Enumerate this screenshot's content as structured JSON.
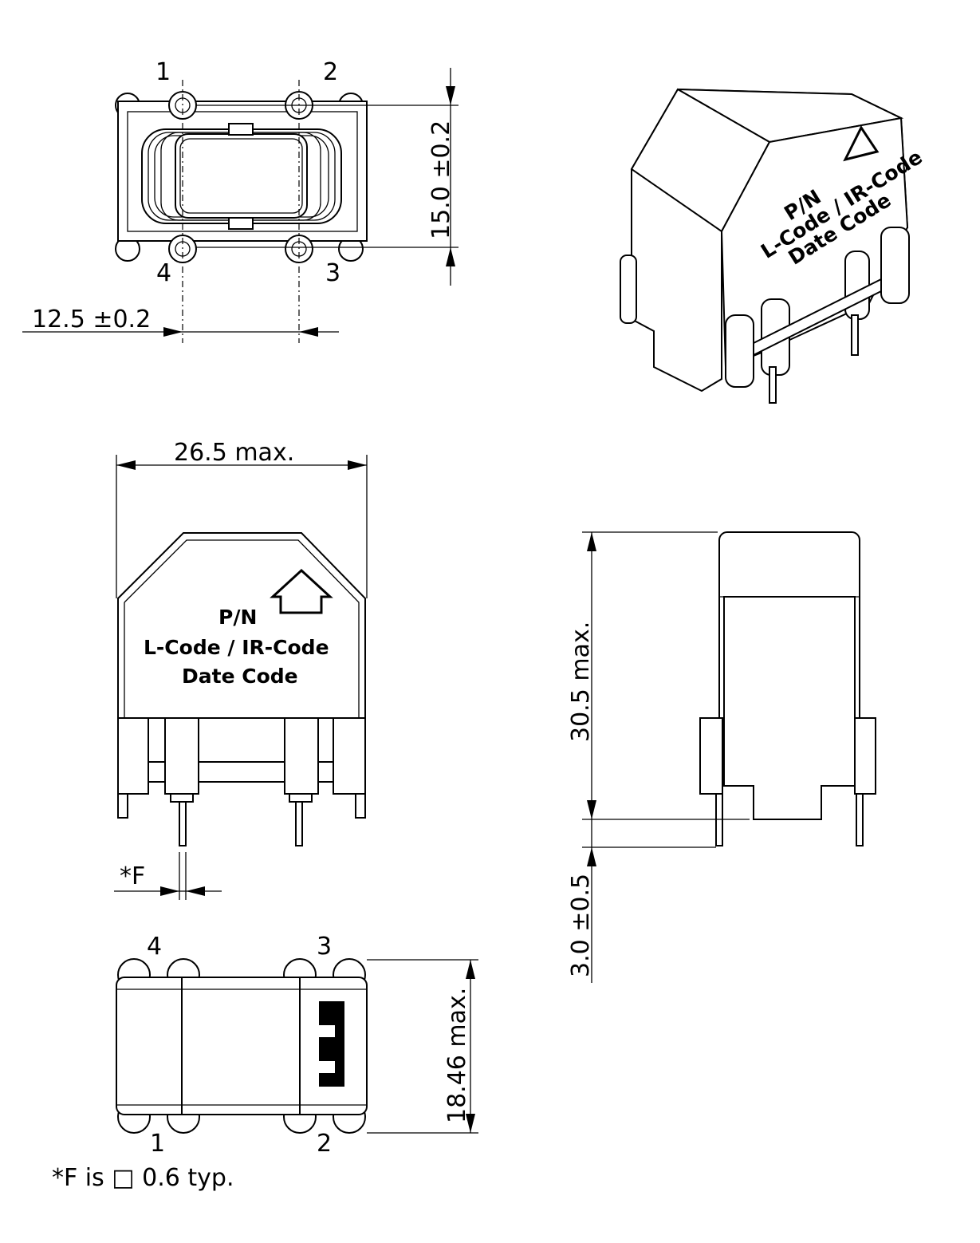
{
  "top_view": {
    "pin_labels": [
      "1",
      "2",
      "3",
      "4"
    ],
    "height_dim": "15.0 ±0.2",
    "pitch_dim": "12.5 ±0.2"
  },
  "front_view": {
    "width_dim": "26.5  max.",
    "marking": [
      "P/N",
      "L-Code / IR-Code",
      "Date Code"
    ],
    "pin_dim_label": "*F"
  },
  "side_view": {
    "height_dim": "30.5  max.",
    "pin_length_dim": "3.0 ±0.5"
  },
  "bottom_view": {
    "pin_labels": [
      "4",
      "3",
      "1",
      "2"
    ],
    "depth_dim": "18.46  max."
  },
  "iso_view": {
    "marking": [
      "P/N",
      "L-Code / IR-Code",
      "Date Code"
    ]
  },
  "footnote": "*F is □ 0.6 typ."
}
